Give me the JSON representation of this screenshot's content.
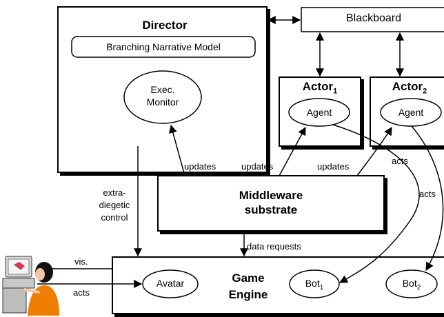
{
  "director": {
    "title": "Director",
    "narrative_model": "Branching Narrative Model",
    "monitor_line1": "Exec.",
    "monitor_line2": "Monitor"
  },
  "blackboard": {
    "label": "Blackboard"
  },
  "actor1": {
    "title": "Actor",
    "sub": "1",
    "agent": "Agent"
  },
  "actor2": {
    "title": "Actor",
    "sub": "2",
    "agent": "Agent"
  },
  "middleware": {
    "line1": "Middleware",
    "line2": "substrate"
  },
  "game_engine": {
    "line1": "Game",
    "line2": "Engine",
    "avatar": "Avatar",
    "bot1": {
      "name": "Bot",
      "sub": "1"
    },
    "bot2": {
      "name": "Bot",
      "sub": "2"
    }
  },
  "edges": {
    "updates_director": "updates",
    "updates_actor1": "updates",
    "updates_actor2": "updates",
    "acts_bot1": "acts",
    "acts_bot2": "acts",
    "data_requests": "data requests",
    "extradiegetic_1": "extra-",
    "extradiegetic_2": "diegetic",
    "extradiegetic_3": "control",
    "vis": "vis.",
    "acts_user": "acts"
  },
  "icons": {
    "user": "user-at-computer-icon"
  }
}
